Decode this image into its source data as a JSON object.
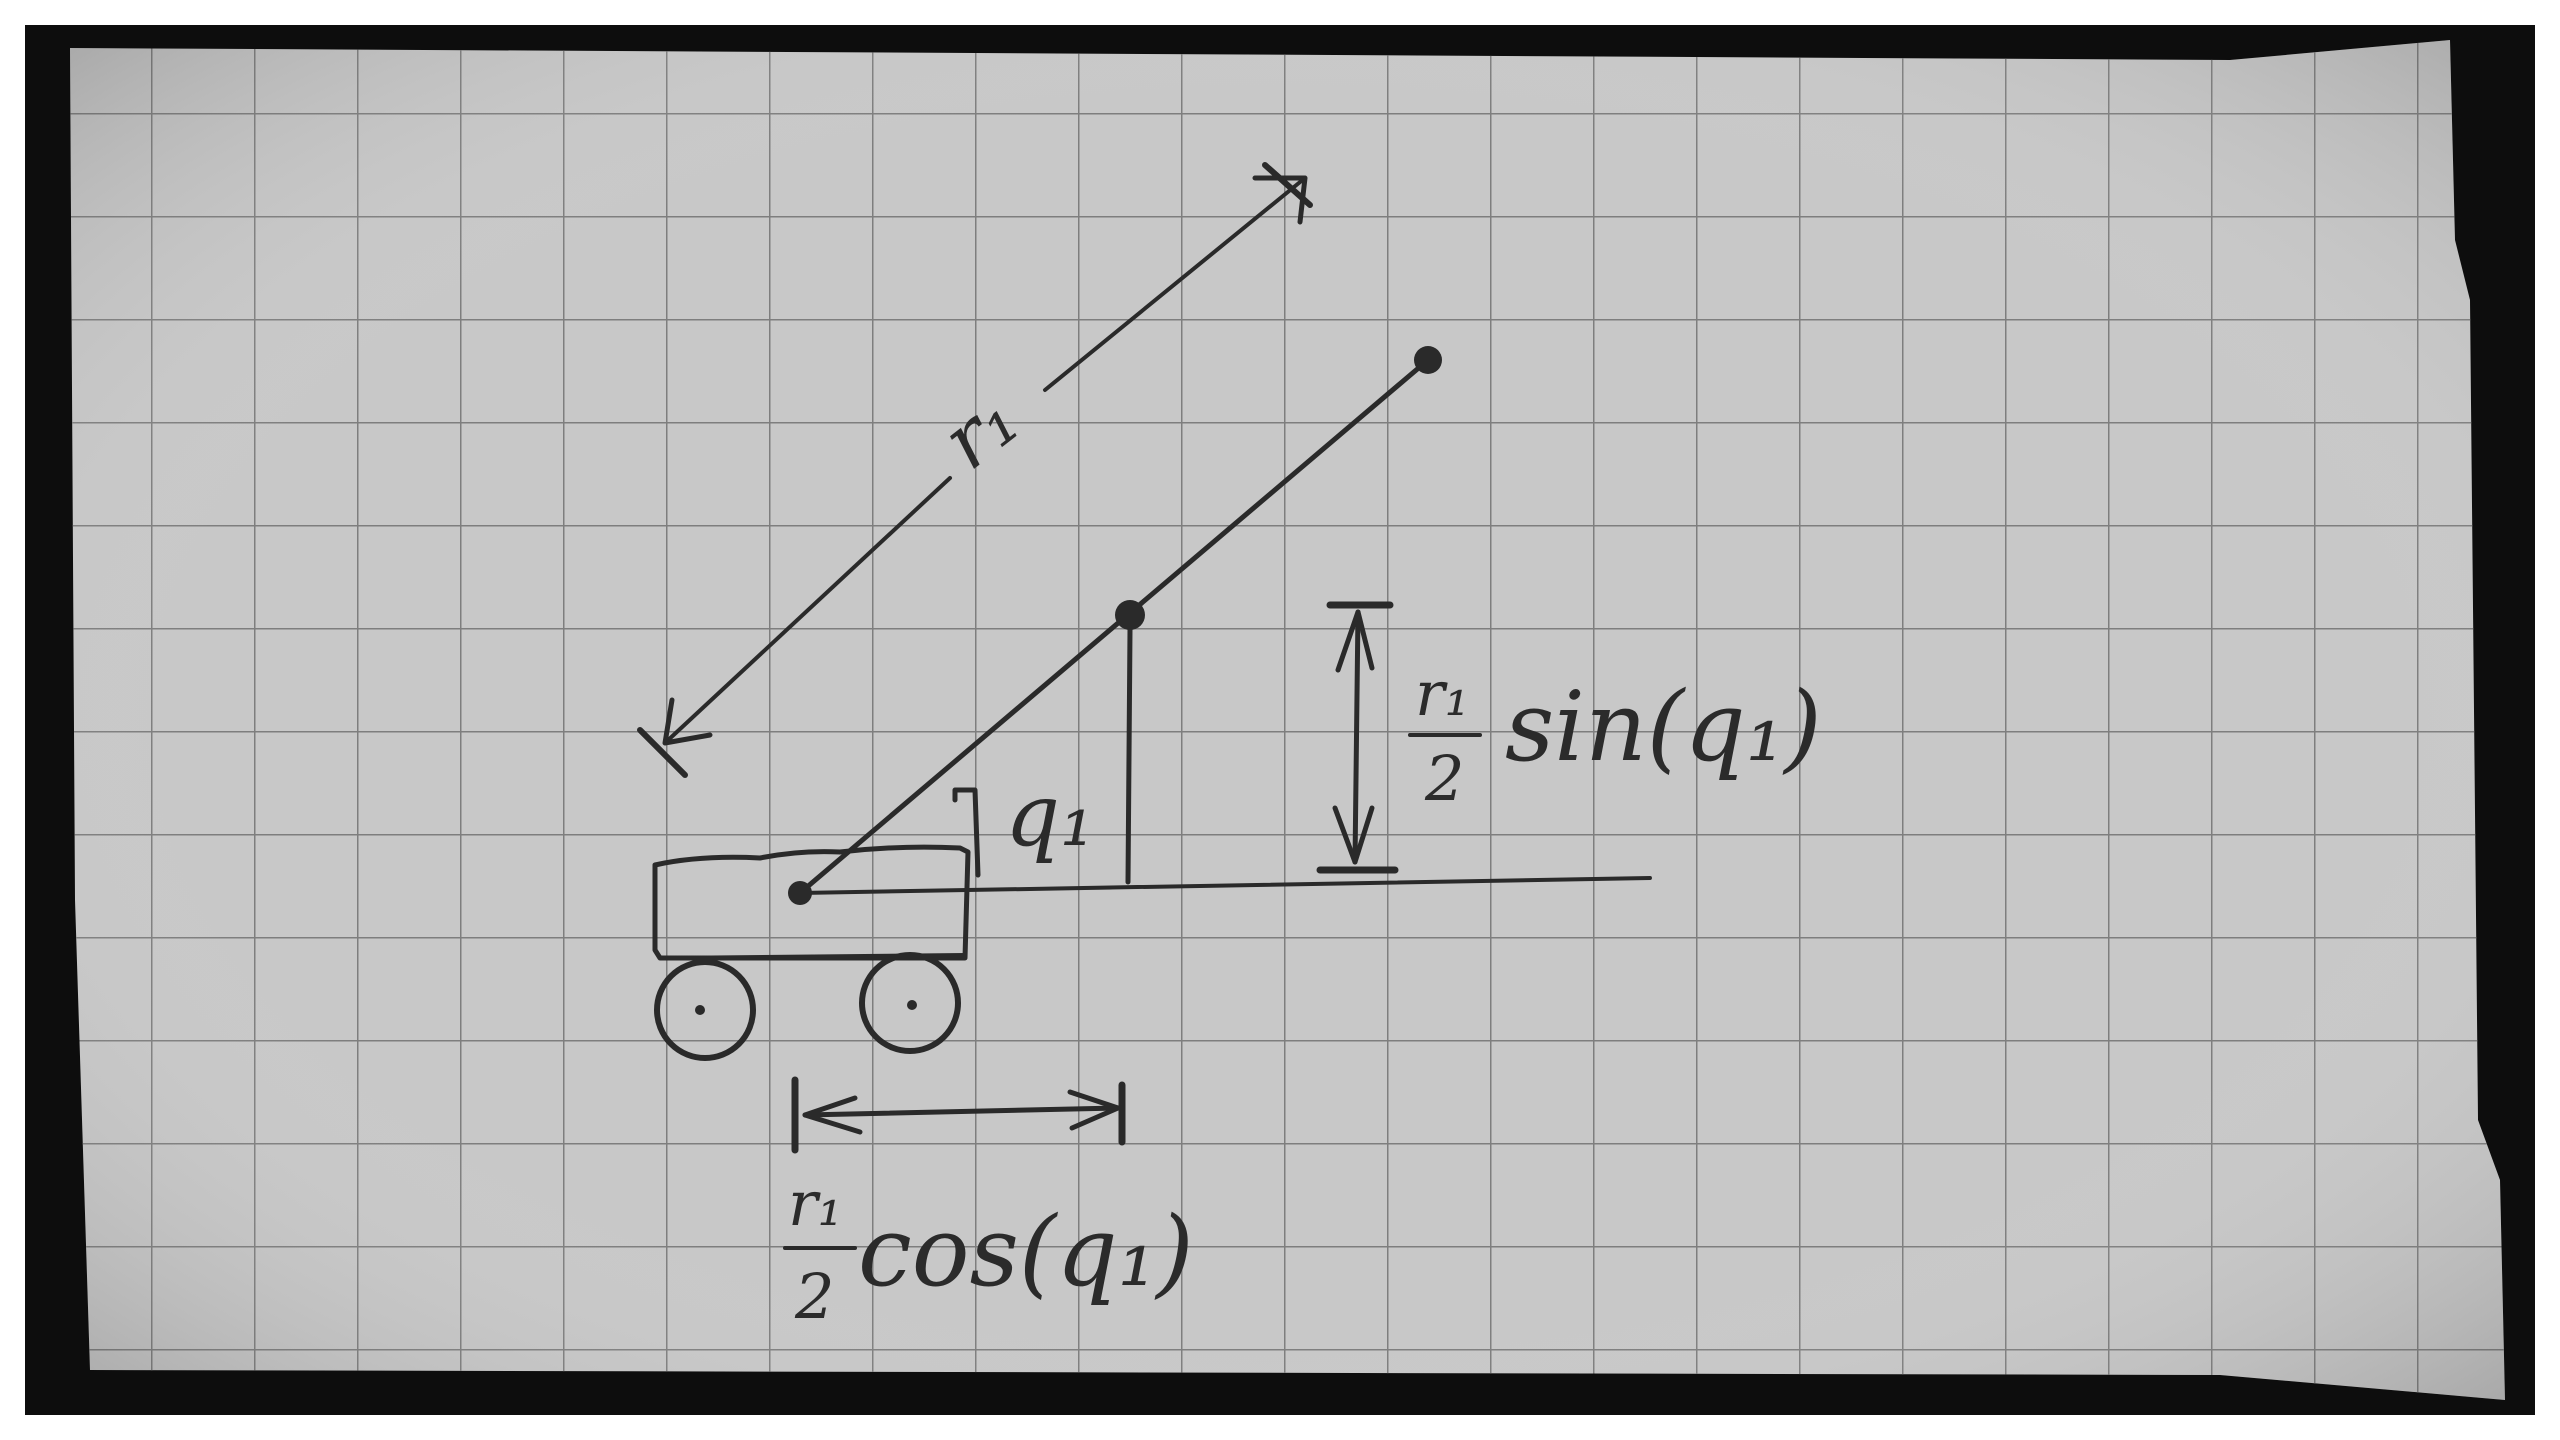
{
  "colors": {
    "paper": "#c8c8c8",
    "grid": "#7e7e7e",
    "ink": "#2a2a2a",
    "border": "#0d0d0d"
  },
  "labels": {
    "arm_length": "r₁",
    "angle": "q₁",
    "frac_num": "r₁",
    "frac_den": "2",
    "sin_expr": "sin(q₁)",
    "cos_expr": "cos(q₁)"
  }
}
